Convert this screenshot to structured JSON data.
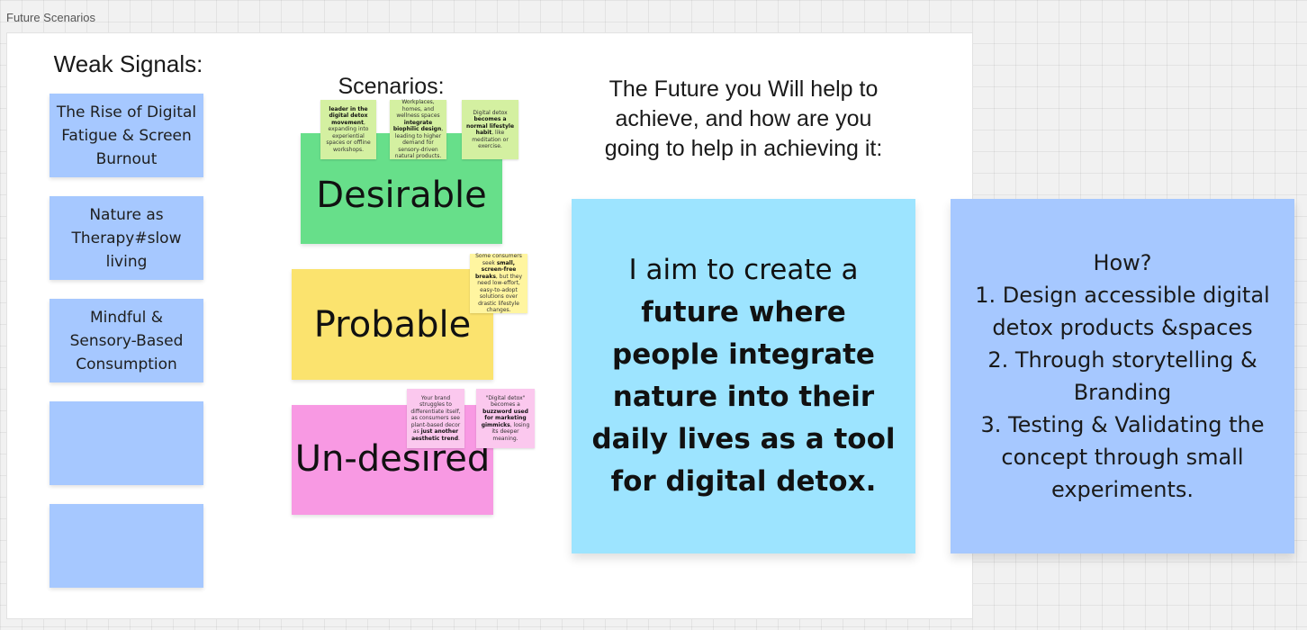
{
  "frame": {
    "title": "Future Scenarios"
  },
  "weak_signals": {
    "heading": "Weak Signals:",
    "items": [
      "The Rise of Digital Fatigue & Screen Burnout",
      "Nature as Therapy#slow living",
      "Mindful & Sensory-Based Consumption",
      "",
      ""
    ]
  },
  "scenarios": {
    "heading": "Scenarios:",
    "desirable": "Desirable",
    "probable": "Probable",
    "undesired": "Un-desired",
    "notes": {
      "desirable_1": {
        "pre": "",
        "bold": "leader in the digital detox movement",
        "post": ", expanding into experiential spaces or offline workshops."
      },
      "desirable_2": {
        "pre": "Workplaces, homes, and wellness spaces ",
        "bold": "integrate biophilic design",
        "post": ", leading to higher demand for sensory-driven natural products."
      },
      "desirable_3": {
        "pre": "Digital detox ",
        "bold": "becomes a normal lifestyle habit",
        "post": ", like meditation or exercise."
      },
      "probable_1": {
        "pre": "Some consumers seek ",
        "bold": "small, screen-free breaks",
        "post": ", but they need low-effort, easy-to-adopt solutions over drastic lifestyle changes."
      },
      "undesired_1": {
        "pre": "Your brand struggles to differentiate itself, as consumers see plant-based decor as ",
        "bold": "just another aesthetic trend",
        "post": "."
      },
      "undesired_2": {
        "pre": "\"Digital detox\" becomes a ",
        "bold": "buzzword used for marketing gimmicks",
        "post": ", losing its deeper meaning."
      }
    }
  },
  "future": {
    "heading_lines": [
      "The Future you Will help to",
      "achieve, and how are you",
      "going to help in achieving it:"
    ],
    "statement_intro": "I aim to create a",
    "statement_bold": "future where people integrate nature into their daily lives as a tool for digital detox."
  },
  "how": {
    "lines": [
      "How?",
      "1. Design accessible digital detox products &spaces",
      "2. Through storytelling & Branding",
      "3. Testing & Validating the concept through small experiments."
    ]
  },
  "colors": {
    "blue_sticky": "#a6c8ff",
    "green_sticky": "#67df8a",
    "yellow_sticky": "#fbe36e",
    "pink_sticky": "#f899e3",
    "cyan_sticky": "#9de4ff"
  }
}
